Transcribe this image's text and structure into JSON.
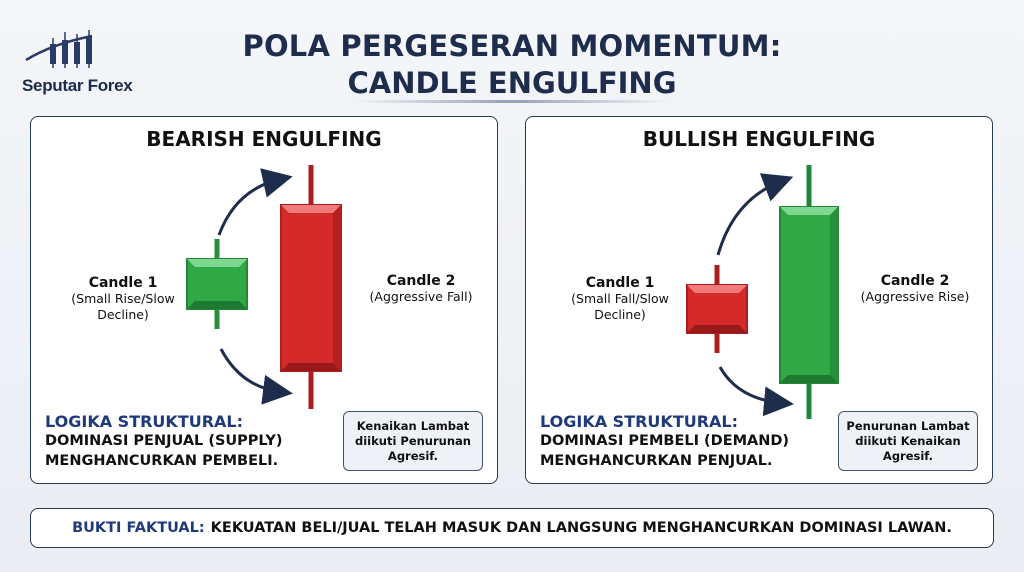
{
  "brand": {
    "name": "Seputar Forex"
  },
  "title": {
    "line1": "POLA PERGESERAN MOMENTUM:",
    "line2": "CANDLE ENGULFING"
  },
  "colors": {
    "bull": "#2fa845",
    "bear": "#d42a2a",
    "navy": "#1f2d4d",
    "accent": "#1f3a7a"
  },
  "panels": [
    {
      "title": "BEARISH ENGULFING",
      "candle1": {
        "title": "Candle 1",
        "desc": [
          "(Small Rise/Slow",
          "Decline)"
        ],
        "color": "bull"
      },
      "candle2": {
        "title": "Candle 2",
        "desc": [
          "(Aggressive Fall)"
        ],
        "color": "bear"
      },
      "logika_title": "LOGIKA STRUKTURAL:",
      "logika_lines": [
        "DOMINASI PENJUAL (SUPPLY)",
        "MENGHANCURKAN PEMBELI."
      ],
      "note": "Kenaikan Lambat diikuti Penurunan Agresif."
    },
    {
      "title": "BULLISH ENGULFING",
      "candle1": {
        "title": "Candle 1",
        "desc": [
          "(Small Fall/Slow",
          "Decline)"
        ],
        "color": "bear"
      },
      "candle2": {
        "title": "Candle 2",
        "desc": [
          "(Aggressive Rise)"
        ],
        "color": "bull"
      },
      "logika_title": "LOGIKA STRUKTURAL:",
      "logika_lines": [
        "DOMINASI PEMBELI (DEMAND)",
        "MENGHANCURKAN PENJUAL."
      ],
      "note": "Penurunan Lambat diikuti Kenaikan Agresif."
    }
  ],
  "footer": {
    "key": "BUKTI FAKTUAL:",
    "text": "KEKUATAN BELI/JUAL TELAH MASUK DAN LANGSUNG MENGHANCURKAN DOMINASI LAWAN."
  }
}
